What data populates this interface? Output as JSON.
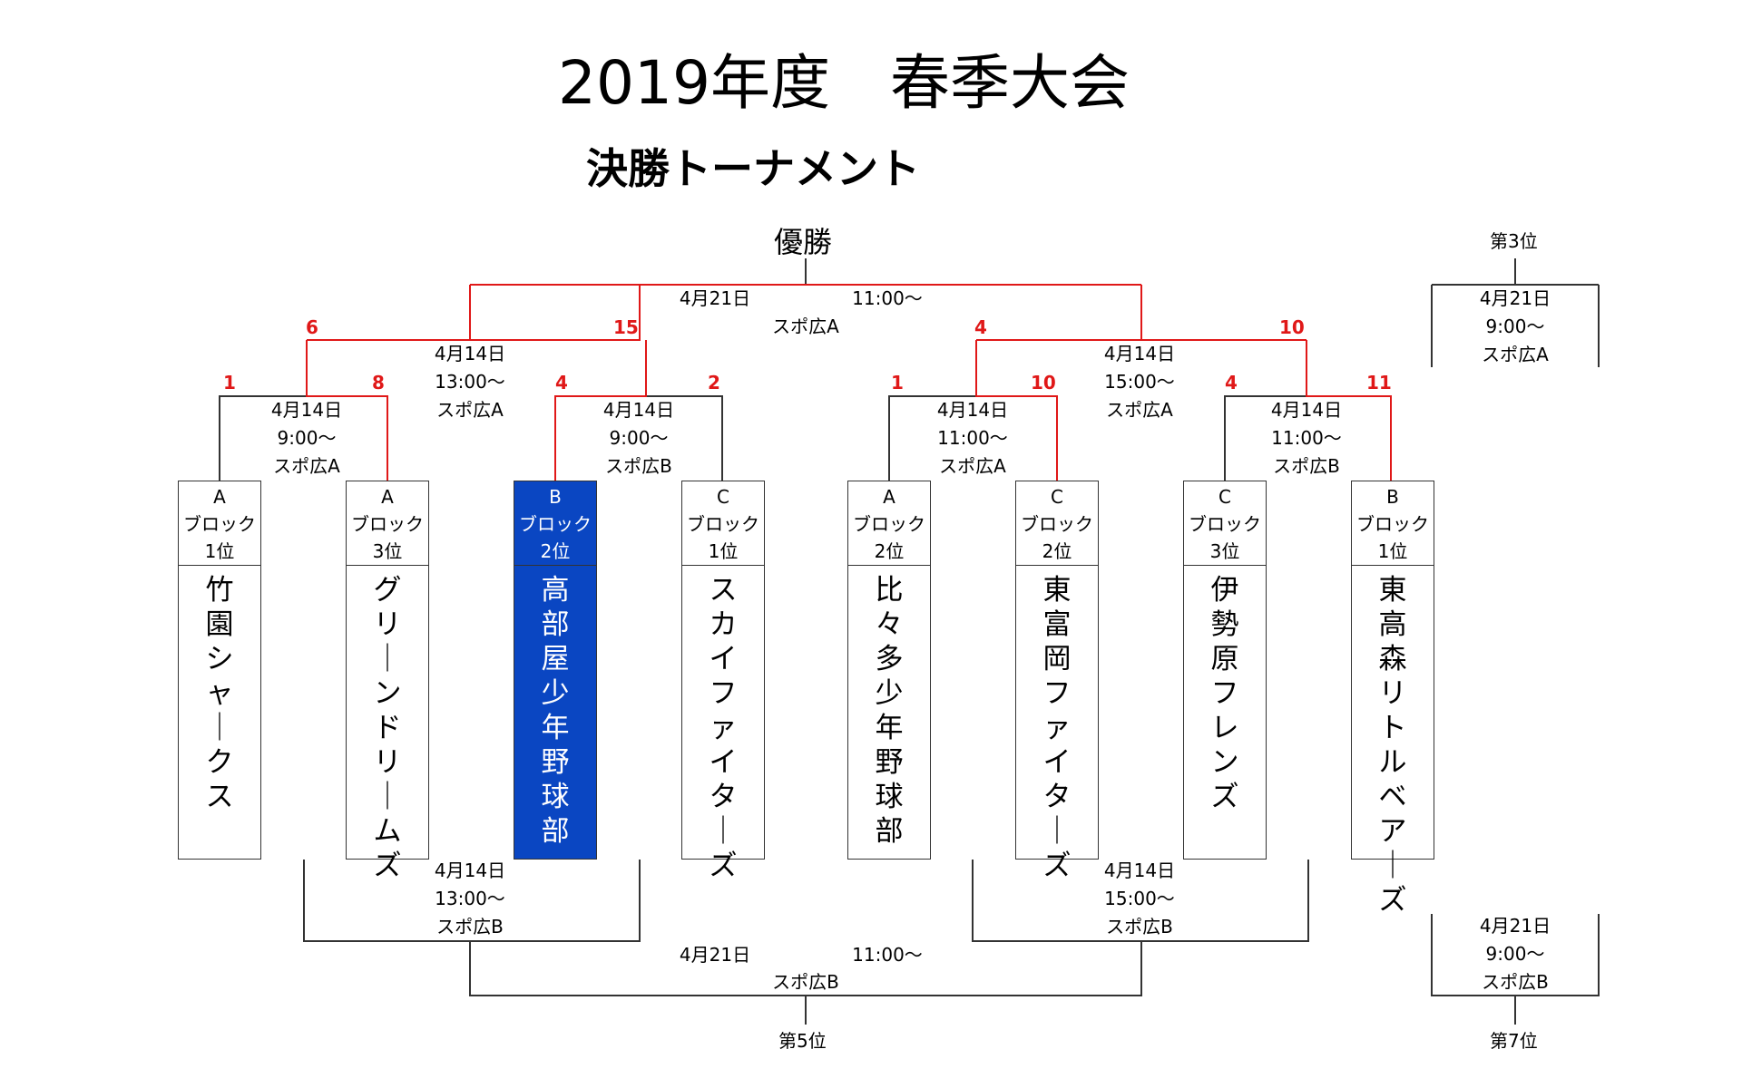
{
  "title": "2019年度　春季大会",
  "subtitle": "決勝トーナメント",
  "champion_label": "優勝",
  "third_place_label": "第3位",
  "fifth_place_label": "第5位",
  "seventh_place_label": "第7位",
  "colors": {
    "winner_line": "#e01818",
    "highlight_team": "#0a46c2",
    "line": "#333333"
  },
  "teams": [
    {
      "block": "A",
      "block_word": "ブロック",
      "rank": "1位",
      "name": "竹園シャークス"
    },
    {
      "block": "A",
      "block_word": "ブロック",
      "rank": "3位",
      "name": "グリーンドリームズ"
    },
    {
      "block": "B",
      "block_word": "ブロック",
      "rank": "2位",
      "name": "高部屋少年野球部"
    },
    {
      "block": "C",
      "block_word": "ブロック",
      "rank": "1位",
      "name": "スカイファイターズ"
    },
    {
      "block": "A",
      "block_word": "ブロック",
      "rank": "2位",
      "name": "比々多少年野球部"
    },
    {
      "block": "C",
      "block_word": "ブロック",
      "rank": "2位",
      "name": "東富岡ファイターズ"
    },
    {
      "block": "C",
      "block_word": "ブロック",
      "rank": "3位",
      "name": "伊勢原フレンズ"
    },
    {
      "block": "B",
      "block_word": "ブロック",
      "rank": "1位",
      "name": "東高森リトルベアーズ"
    }
  ],
  "matches": {
    "r1_1": {
      "date": "4月14日",
      "time": "9:00〜",
      "venue": "スポ広A",
      "score_left": "1",
      "score_right": "8"
    },
    "r1_2": {
      "date": "4月14日",
      "time": "9:00〜",
      "venue": "スポ広B",
      "score_left": "4",
      "score_right": "2"
    },
    "r1_3": {
      "date": "4月14日",
      "time": "11:00〜",
      "venue": "スポ広A",
      "score_left": "1",
      "score_right": "10"
    },
    "r1_4": {
      "date": "4月14日",
      "time": "11:00〜",
      "venue": "スポ広B",
      "score_left": "4",
      "score_right": "11"
    },
    "sf_1": {
      "date": "4月14日",
      "time": "13:00〜",
      "venue": "スポ広A",
      "score_left": "6",
      "score_right": "15"
    },
    "sf_2": {
      "date": "4月14日",
      "time": "15:00〜",
      "venue": "スポ広A",
      "score_left": "4",
      "score_right": "10"
    },
    "final": {
      "date": "4月21日",
      "time": "11:00〜",
      "venue": "スポ広A"
    },
    "third": {
      "date": "4月21日",
      "time": "9:00〜",
      "venue": "スポ広A"
    },
    "cons_1": {
      "date": "4月14日",
      "time": "13:00〜",
      "venue": "スポ広B"
    },
    "cons_2": {
      "date": "4月14日",
      "time": "15:00〜",
      "venue": "スポ広B"
    },
    "fifth": {
      "date": "4月21日",
      "time": "11:00〜",
      "venue": "スポ広B"
    },
    "seventh": {
      "date": "4月21日",
      "time": "9:00〜",
      "venue": "スポ広B"
    }
  }
}
